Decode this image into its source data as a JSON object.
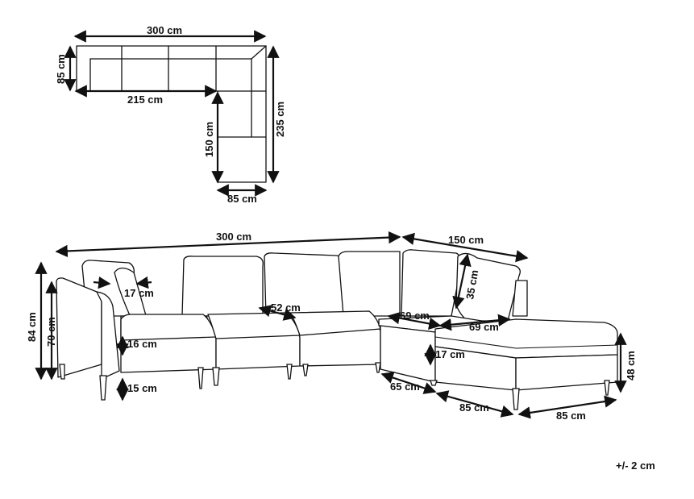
{
  "top_view": {
    "width_total": "300 cm",
    "depth_main": "85 cm",
    "width_inner": "215 cm",
    "depth_total": "235 cm",
    "chaise_inner": "150 cm",
    "chaise_width": "85 cm"
  },
  "side_view": {
    "width_main": "300 cm",
    "width_side": "150 cm",
    "height_total": "84 cm",
    "height_arm": "70 cm",
    "cushion_pillow": "17 cm",
    "seat_depth": "52 cm",
    "back_height": "35 cm",
    "seat_width_a": "69 cm",
    "seat_width_b": "69 cm",
    "seat_height_arm": "16 cm",
    "leg_height": "15 cm",
    "ottoman_cushion": "17 cm",
    "ottoman_height": "48 cm",
    "ottoman_depth_a": "65 cm",
    "ottoman_depth_b": "85 cm",
    "ottoman_width": "85 cm"
  },
  "tolerance": "+/- 2 cm"
}
